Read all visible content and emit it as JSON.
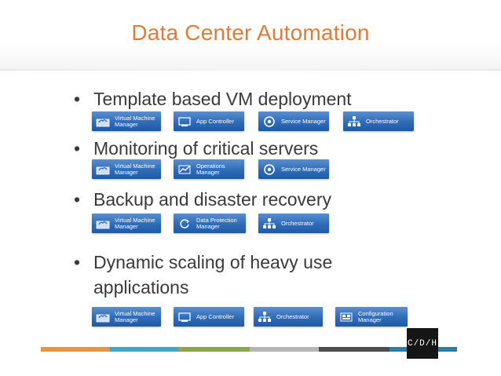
{
  "slide": {
    "title": "Data Center Automation",
    "bullet_symbol": "•",
    "bullets": [
      {
        "text": "Template based VM deployment",
        "tiles": [
          {
            "icon": "virtual-machine-manager-icon",
            "label": "Virtual Machine\nManager"
          },
          {
            "icon": "app-controller-icon",
            "label": "App Controller"
          },
          {
            "icon": "service-manager-icon",
            "label": "Service Manager"
          },
          {
            "icon": "orchestrator-icon",
            "label": "Orchestrator"
          }
        ]
      },
      {
        "text": "Monitoring of critical servers",
        "tiles": [
          {
            "icon": "virtual-machine-manager-icon",
            "label": "Virtual Machine\nManager"
          },
          {
            "icon": "operations-manager-icon",
            "label": "Operations\nManager"
          },
          {
            "icon": "service-manager-icon",
            "label": "Service Manager"
          }
        ]
      },
      {
        "text": "Backup and disaster recovery",
        "tiles": [
          {
            "icon": "virtual-machine-manager-icon",
            "label": "Virtual Machine\nManager"
          },
          {
            "icon": "data-protection-manager-icon",
            "label": "Data Protection\nManager"
          },
          {
            "icon": "orchestrator-icon",
            "label": "Orchestrator"
          }
        ]
      },
      {
        "text": "Dynamic scaling of heavy use applications",
        "tiles": [
          {
            "icon": "virtual-machine-manager-icon",
            "label": "Virtual Machine\nManager"
          },
          {
            "icon": "app-controller-icon",
            "label": "App Controller"
          },
          {
            "icon": "orchestrator-icon",
            "label": "Orchestrator"
          },
          {
            "icon": "configuration-manager-icon",
            "label": "Configuration\nManager"
          }
        ]
      }
    ],
    "footer_colors": [
      "#e8953f",
      "#3fa6c9",
      "#8aa84a",
      "#b5b5b5",
      "#4d4d4d",
      "#2b7fa8"
    ],
    "logo_text": "C/D/H",
    "colors": {
      "title": "#e07b39",
      "body_text": "#3a3a3a",
      "tile": "#2f6bb8"
    }
  }
}
